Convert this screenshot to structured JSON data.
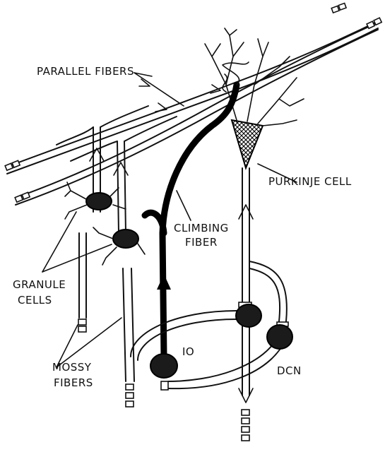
{
  "labels": {
    "parallel_fibers": "PARALLEL FIBERS",
    "purkinje_cell": "PURKINJE CELL",
    "climbing_fiber_line1": "CLIMBING",
    "climbing_fiber_line2": "FIBER",
    "granule_cells_line1": "GRANULE",
    "granule_cells_line2": "CELLS",
    "mossy_fibers_line1": "MOSSY",
    "mossy_fibers_line2": "FIBERS",
    "io": "IO",
    "dcn": "DCN"
  },
  "colors": {
    "ink": "#111111",
    "background": "#ffffff"
  }
}
